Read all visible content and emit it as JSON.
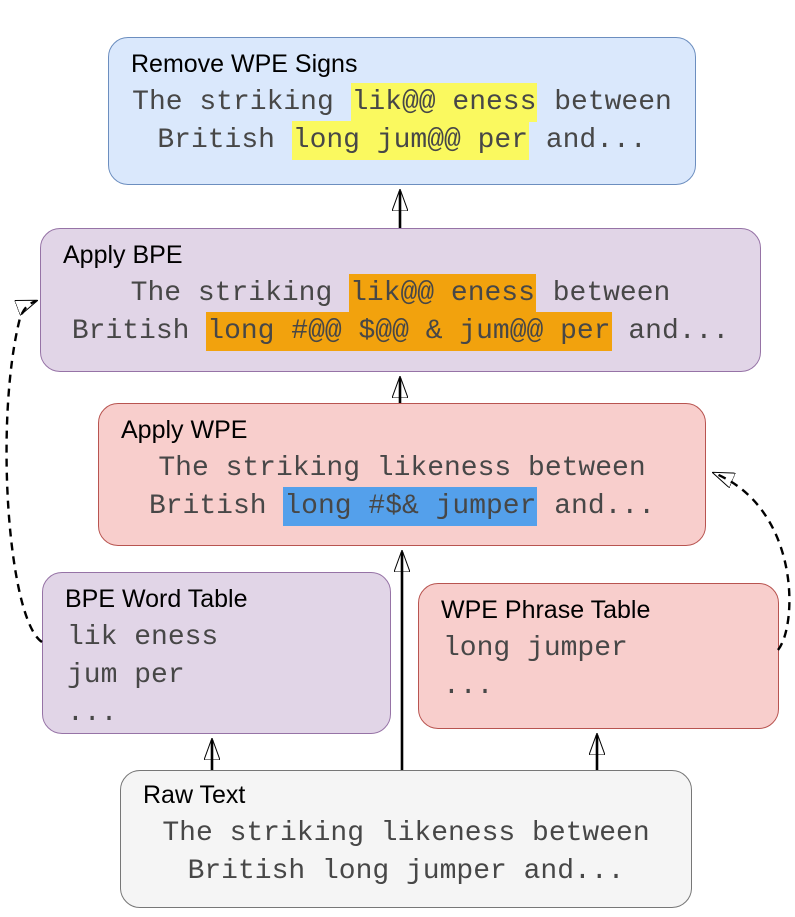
{
  "highlight_colors": {
    "yellow": "#FAF95F",
    "orange": "#F2A20D",
    "blue": "#54A0EB"
  },
  "box_fill_colors": {
    "blue_box": "#dae8fc",
    "purple_box": "#e1d5e7",
    "pink_box": "#f8cecc",
    "gray_box": "#f5f5f5"
  },
  "boxes": {
    "remove_wpe_signs": {
      "title": "Remove WPE Signs",
      "lines": [
        [
          {
            "t": "The striking "
          },
          {
            "t": "lik@@ eness",
            "h": "yellow"
          },
          {
            "t": " between"
          }
        ],
        [
          {
            "t": "British "
          },
          {
            "t": "long jum@@ per",
            "h": "yellow"
          },
          {
            "t": " and..."
          }
        ]
      ]
    },
    "apply_bpe": {
      "title": "Apply BPE",
      "lines": [
        [
          {
            "t": "The striking "
          },
          {
            "t": "lik@@ eness",
            "h": "orange"
          },
          {
            "t": " between"
          }
        ],
        [
          {
            "t": "British "
          },
          {
            "t": "long #@@ $@@ & jum@@ per",
            "h": "orange"
          },
          {
            "t": " and..."
          }
        ]
      ]
    },
    "apply_wpe": {
      "title": "Apply WPE",
      "lines": [
        [
          {
            "t": "The striking likeness between"
          }
        ],
        [
          {
            "t": "British "
          },
          {
            "t": "long #$& jumper",
            "h": "blue"
          },
          {
            "t": " and..."
          }
        ]
      ]
    },
    "bpe_word_table": {
      "title": "BPE Word Table",
      "lines": [
        [
          {
            "t": "lik eness"
          }
        ],
        [
          {
            "t": "jum per"
          }
        ],
        [
          {
            "t": "..."
          }
        ]
      ]
    },
    "wpe_phrase_table": {
      "title": "WPE Phrase Table",
      "lines": [
        [
          {
            "t": "long jumper"
          }
        ],
        [
          {
            "t": "..."
          }
        ]
      ]
    },
    "raw_text": {
      "title": "Raw Text",
      "lines": [
        [
          {
            "t": "The striking likeness between"
          }
        ],
        [
          {
            "t": "British long jumper and..."
          }
        ]
      ]
    }
  }
}
